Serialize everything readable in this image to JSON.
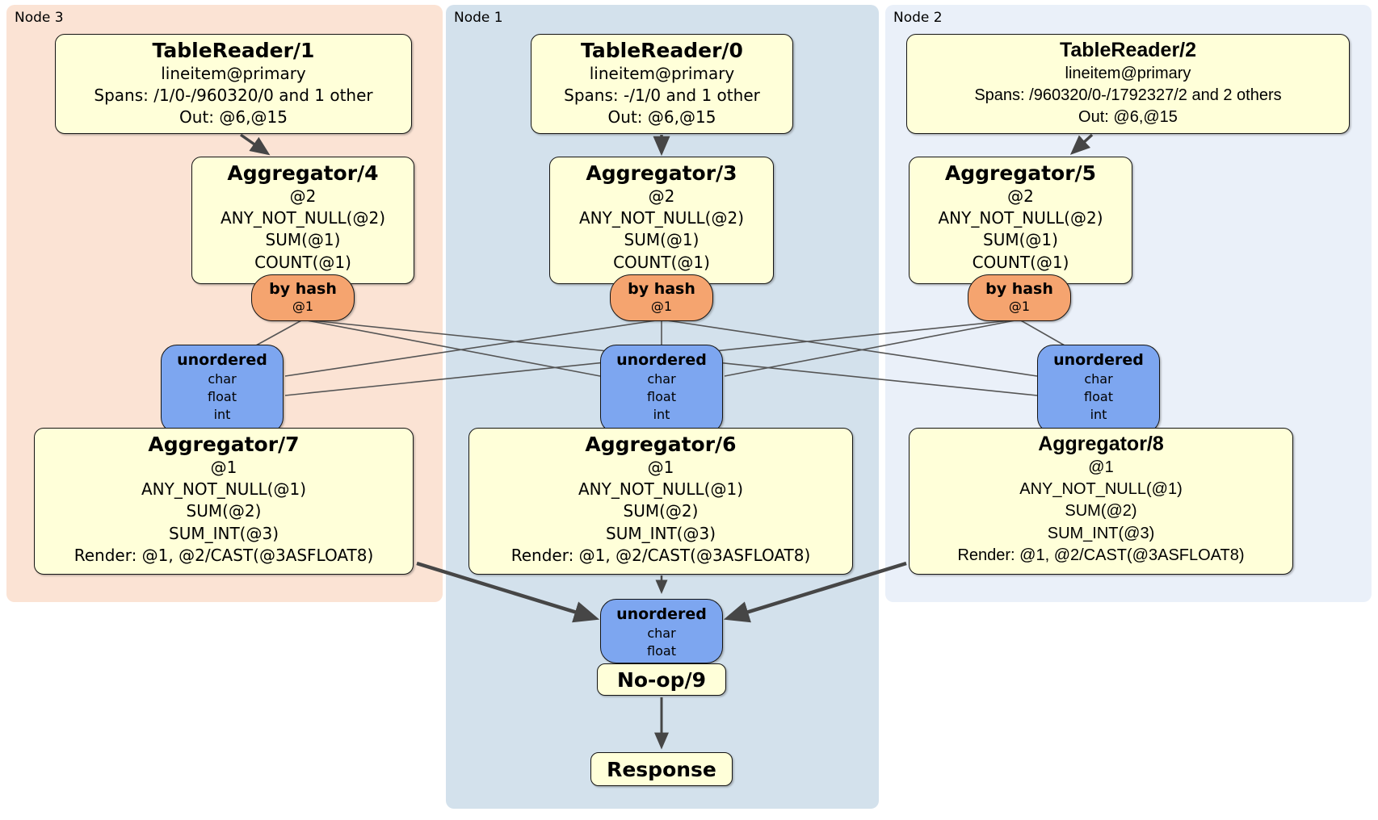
{
  "diagram": {
    "colors": {
      "processor_fill": "#ffffd9",
      "router_fill": "#f5a46f",
      "sync_fill": "#7da6f0",
      "node3_bg": "#fbe3d4",
      "node1_bg": "#d3e1ec",
      "node2_bg": "#eaf0f9",
      "edge_thin": "#555555",
      "edge_thick": "#464646"
    },
    "node_groups": [
      {
        "label": "Node 3",
        "table_reader": {
          "title": "TableReader/1",
          "index": "lineitem@primary",
          "spans": "Spans: /1/0-/960320/0 and 1 other",
          "out": "Out: @6,@15"
        },
        "aggregator_top": {
          "title": "Aggregator/4",
          "lines": [
            "@2",
            "ANY_NOT_NULL(@2)",
            "SUM(@1)",
            "COUNT(@1)"
          ]
        },
        "router": {
          "title": "by hash",
          "detail": "@1"
        },
        "sync": {
          "title": "unordered",
          "types": [
            "char",
            "float",
            "int"
          ]
        },
        "aggregator_bottom": {
          "title": "Aggregator/7",
          "lines": [
            "@1",
            "ANY_NOT_NULL(@1)",
            "SUM(@2)",
            "SUM_INT(@3)",
            "Render: @1, @2/CAST(@3ASFLOAT8)"
          ]
        }
      },
      {
        "label": "Node 1",
        "table_reader": {
          "title": "TableReader/0",
          "index": "lineitem@primary",
          "spans": "Spans: -/1/0 and 1 other",
          "out": "Out: @6,@15"
        },
        "aggregator_top": {
          "title": "Aggregator/3",
          "lines": [
            "@2",
            "ANY_NOT_NULL(@2)",
            "SUM(@1)",
            "COUNT(@1)"
          ]
        },
        "router": {
          "title": "by hash",
          "detail": "@1"
        },
        "sync": {
          "title": "unordered",
          "types": [
            "char",
            "float",
            "int"
          ]
        },
        "aggregator_bottom": {
          "title": "Aggregator/6",
          "lines": [
            "@1",
            "ANY_NOT_NULL(@1)",
            "SUM(@2)",
            "SUM_INT(@3)",
            "Render: @1, @2/CAST(@3ASFLOAT8)"
          ]
        }
      },
      {
        "label": "Node 2",
        "table_reader": {
          "title": "TableReader/2",
          "index": "lineitem@primary",
          "spans": "Spans: /960320/0-/1792327/2 and 2 others",
          "out": "Out: @6,@15"
        },
        "aggregator_top": {
          "title": "Aggregator/5",
          "lines": [
            "@2",
            "ANY_NOT_NULL(@2)",
            "SUM(@1)",
            "COUNT(@1)"
          ]
        },
        "router": {
          "title": "by hash",
          "detail": "@1"
        },
        "sync": {
          "title": "unordered",
          "types": [
            "char",
            "float",
            "int"
          ]
        },
        "aggregator_bottom": {
          "title": "Aggregator/8",
          "lines": [
            "@1",
            "ANY_NOT_NULL(@1)",
            "SUM(@2)",
            "SUM_INT(@3)",
            "Render: @1, @2/CAST(@3ASFLOAT8)"
          ]
        }
      }
    ],
    "final_stage": {
      "sync": {
        "title": "unordered",
        "types": [
          "char",
          "float"
        ]
      },
      "noop": {
        "title": "No-op/9"
      },
      "response": {
        "title": "Response"
      }
    }
  }
}
